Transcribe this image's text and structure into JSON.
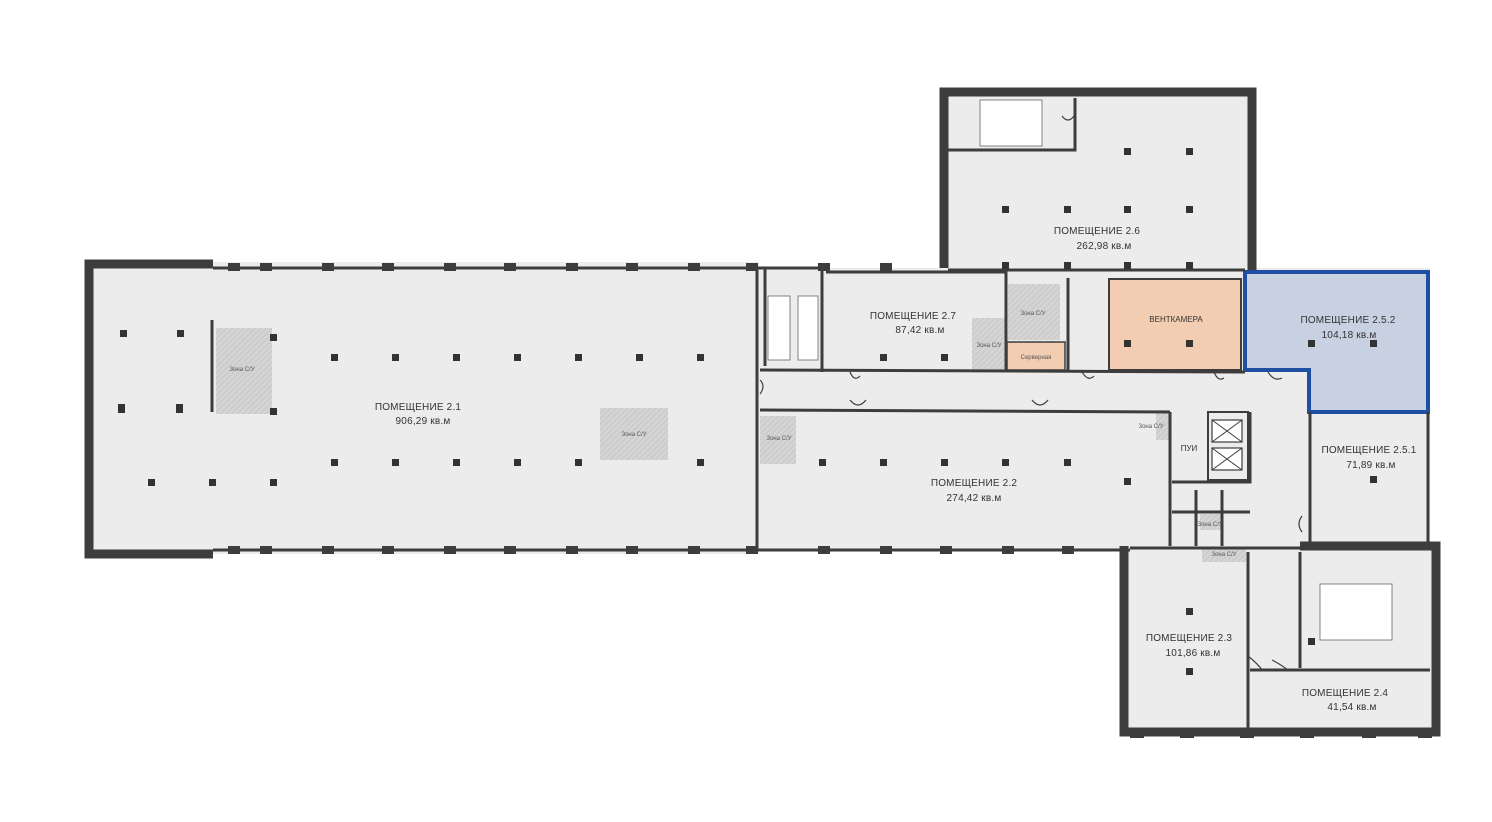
{
  "plan": {
    "title": "",
    "colors": {
      "floor": "#ececec",
      "wall": "#3d3d3d",
      "column": "#333333",
      "ventilation_fill": "#f2cdb1",
      "server_fill": "#f2cdb1",
      "selected_fill": "#c7d1e1",
      "selected_outline": "#1f4fa3",
      "sanitary_zone": "#d4d4d4"
    },
    "rooms": [
      {
        "id": "2.1",
        "name": "ПОМЕЩЕНИЕ 2.1",
        "area": "906,29 кв.м"
      },
      {
        "id": "2.2",
        "name": "ПОМЕЩЕНИЕ 2.2",
        "area": "274,42 кв.м"
      },
      {
        "id": "2.3",
        "name": "ПОМЕЩЕНИЕ 2.3",
        "area": "101,86 кв.м"
      },
      {
        "id": "2.4",
        "name": "ПОМЕЩЕНИЕ 2.4",
        "area": "41,54 кв.м"
      },
      {
        "id": "2.5.1",
        "name": "ПОМЕЩЕНИЕ 2.5.1",
        "area": "71,89 кв.м"
      },
      {
        "id": "2.5.2",
        "name": "ПОМЕЩЕНИЕ 2.5.2",
        "area": "104,18 кв.м",
        "selected": true
      },
      {
        "id": "2.6",
        "name": "ПОМЕЩЕНИЕ 2.6",
        "area": "262,98 кв.м"
      },
      {
        "id": "2.7",
        "name": "ПОМЕЩЕНИЕ 2.7",
        "area": "87,42 кв.м"
      }
    ],
    "ventilation_label": "ВЕНТКАМЕРА",
    "server_label": "Серверная",
    "cleaning_label": "ПУИ",
    "sanitary_zone_labels": [
      "Зона С/У",
      "Зона С/У",
      "Зона С/У",
      "Зона С/У",
      "Зона С/У",
      "Зона С/У",
      "Зона С/У",
      "Зона С/У"
    ]
  }
}
